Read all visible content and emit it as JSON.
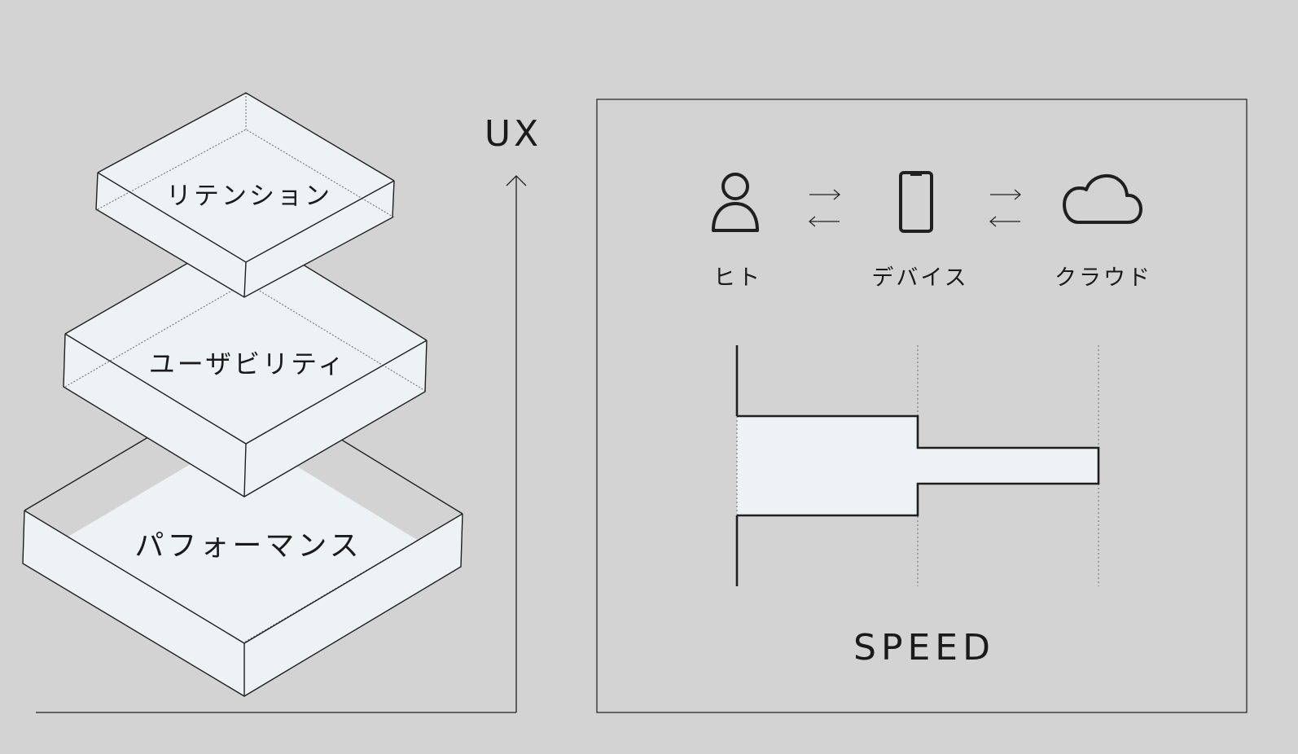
{
  "colors": {
    "background": "#d3d3d3",
    "fill": "#edf2f4",
    "stroke": "#1f1f1f"
  },
  "layers": {
    "top": "リテンション",
    "middle": "ユーザビリティ",
    "bottom": "パフォーマンス"
  },
  "axis": {
    "vertical_label": "UX"
  },
  "panel": {
    "nodes": [
      {
        "icon": "person-icon",
        "label": "ヒト"
      },
      {
        "icon": "smartphone-icon",
        "label": "デバイス"
      },
      {
        "icon": "cloud-icon",
        "label": "クラウド"
      }
    ],
    "speed_label": "SPEED"
  }
}
